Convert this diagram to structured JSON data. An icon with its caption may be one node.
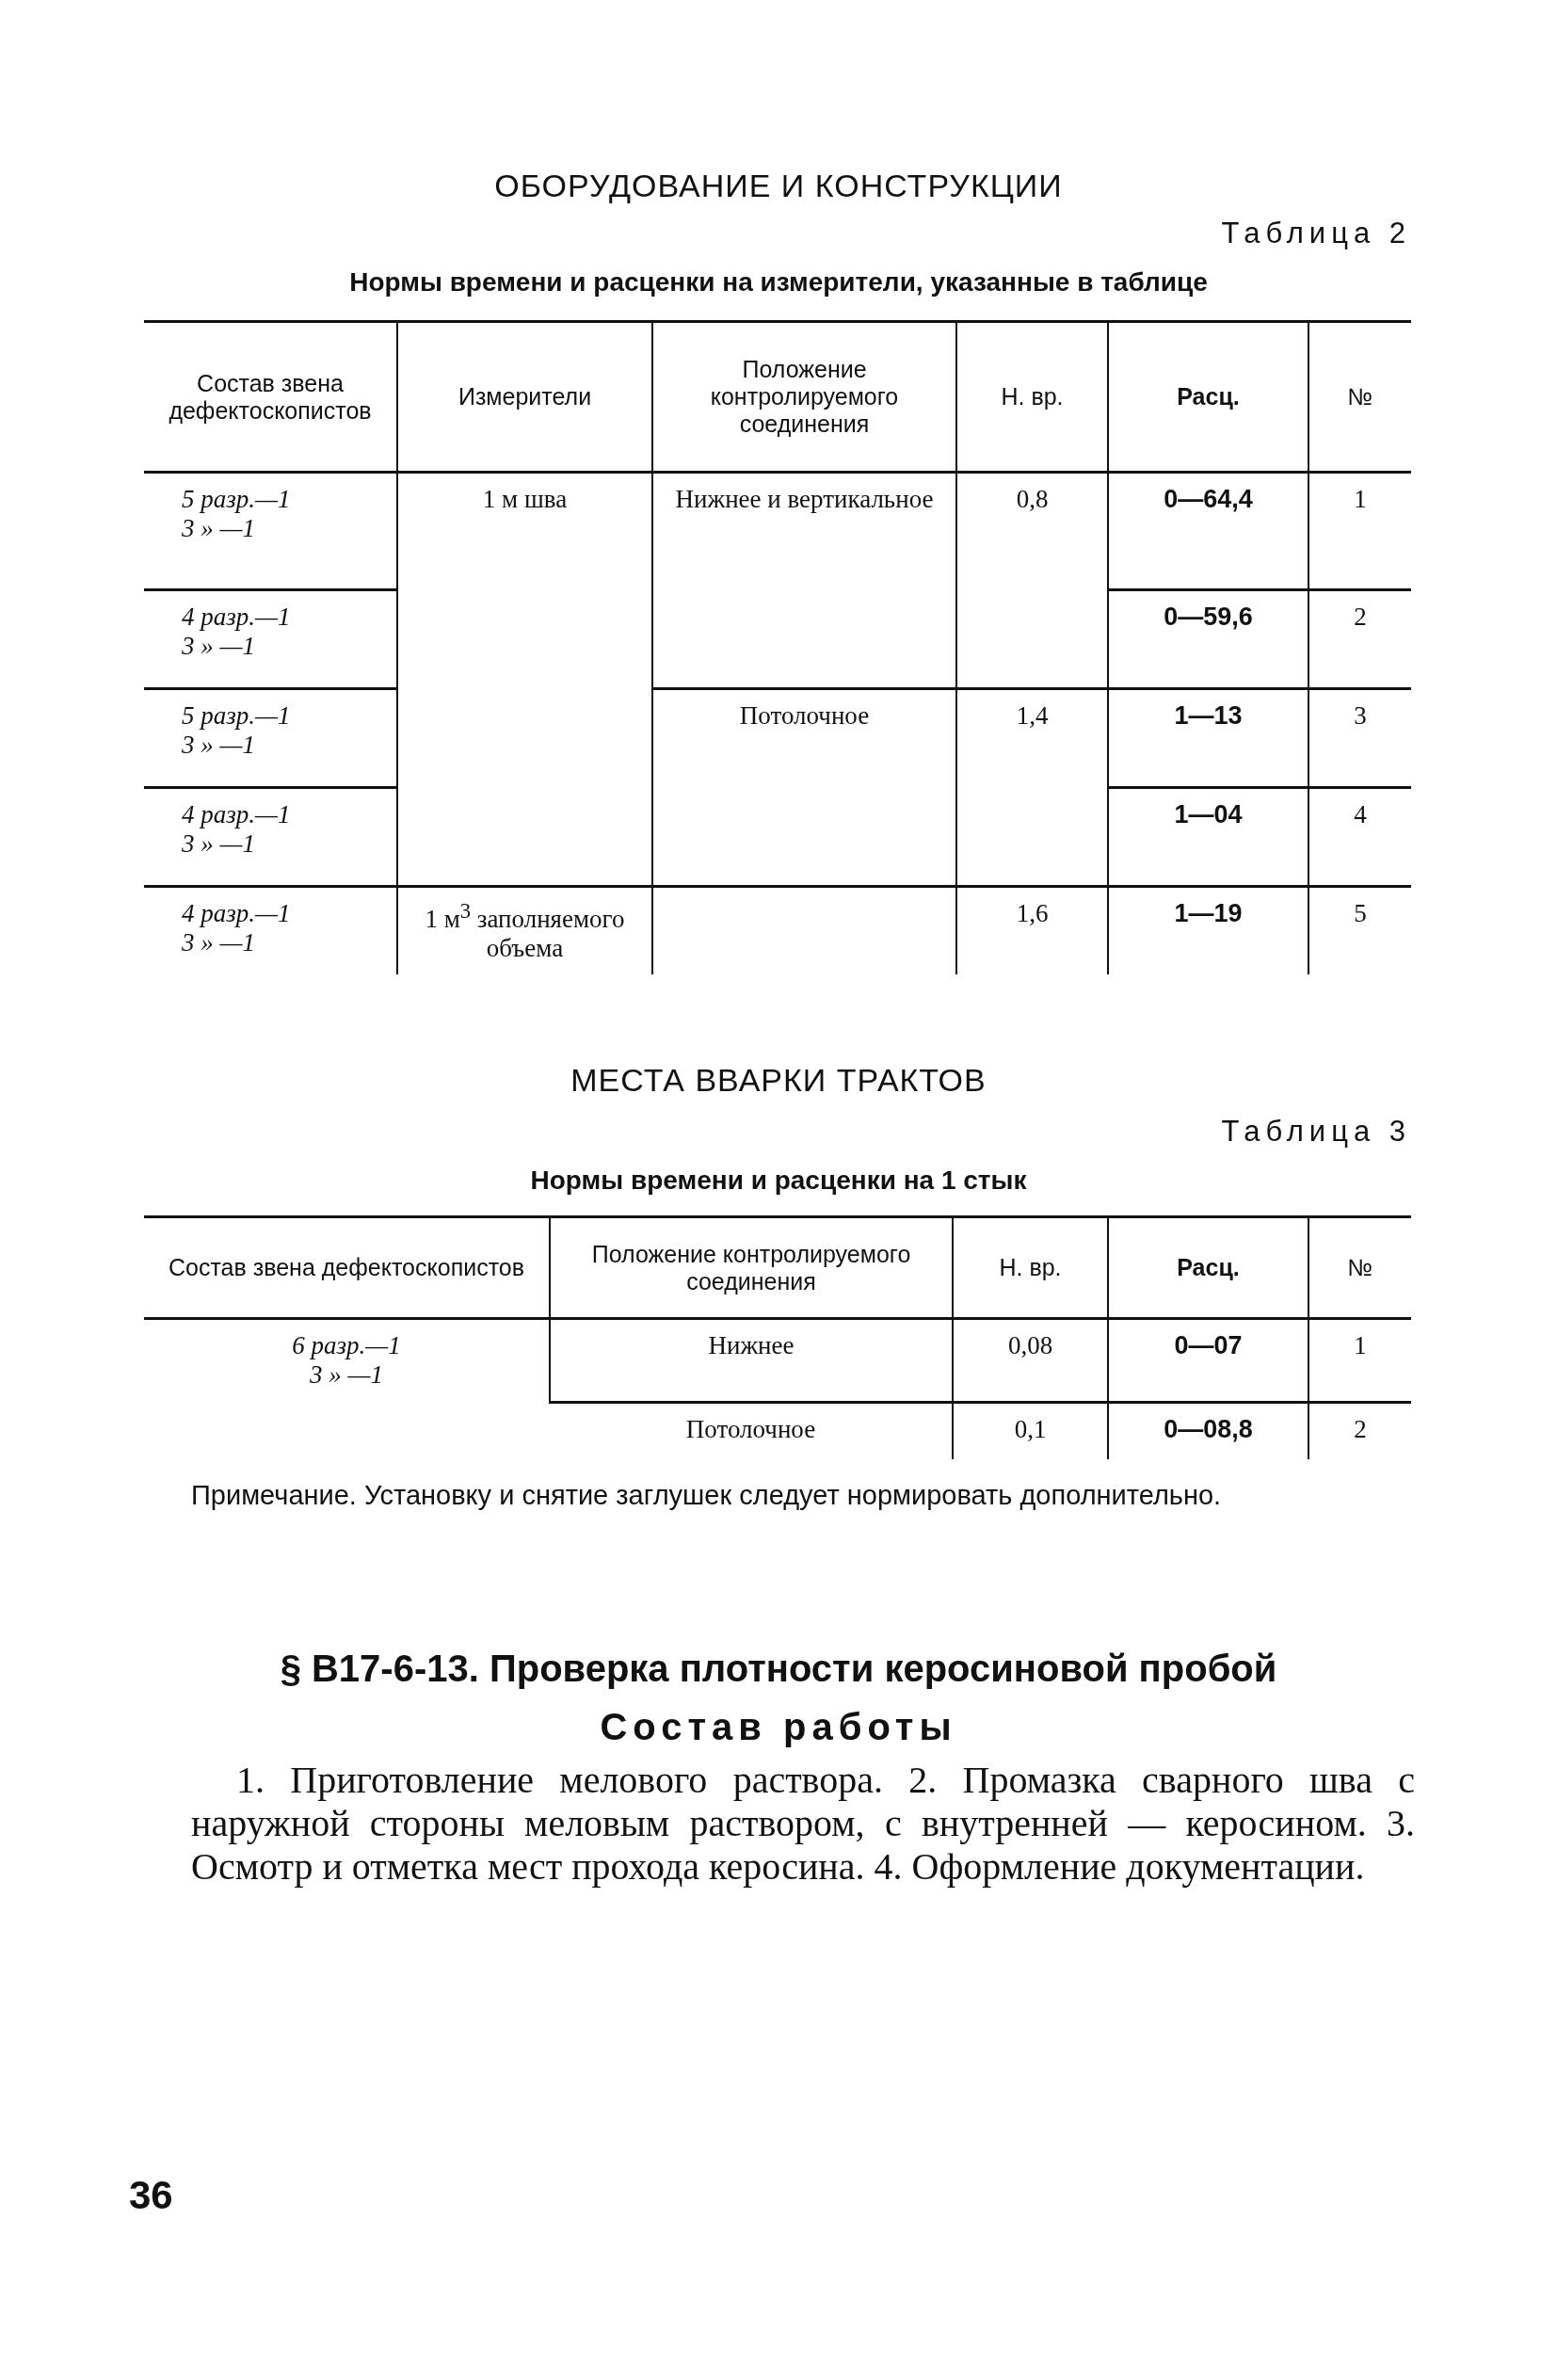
{
  "diagram": {
    "labels": [
      "ОБОРУДОВАНИЕ И КОНСТРУКЦИИ",
      "Таблица 2",
      "Нормы времени и расценки на измерители, указанные в таблице",
      "Состав звена дефектоскопистов",
      "Измерители",
      "Положение контролируемого соединения",
      "Н. вр.",
      "Расц.",
      "№",
      "5 разр.—1",
      "3 » —1",
      "1 м шва",
      "Нижнее и вертикальное",
      "0,8",
      "0—64,4",
      "1",
      "4 разр.—1",
      "3 » —1",
      "0—59,6",
      "2",
      "5 разр.—1",
      "3 » —1",
      "Потолочное",
      "1,4",
      "1—13",
      "3",
      "4 разр.—1",
      "3 » —1",
      "1—04",
      "4",
      "4 разр.—1",
      "3 » —1",
      "1 м$^{3}$ заполняемого объема",
      "1,6",
      "1—19",
      "5",
      "МЕСТА ВВАРКИ ТРАКТОВ",
      "Таблица 3",
      "Нормы времени и расценки на 1 стык",
      "Состав звена дефектоскопистов",
      "Положение контролируемого соединения",
      "Н. вр.",
      "Расц.",
      "№",
      "6 разр.—1",
      "3 » —1",
      "Нижнее",
      "0,08",
      "0—07",
      "1",
      "Потолочное",
      "0,1",
      "0—08,8",
      "2",
      "Примечание. Установку и снятие заглушек следует нормировать дополнительно.",
      "§ В17-6-13. Проверка плотности керосиновой пробой",
      "Состав работы",
      "1. Приготовление мелового раствора. 2. Промазка сварного шва с наружной стороны меловым раствором, с внутренней — керосином. 3. Осмотр и отметка мест прохода керосина. 4. Оформление документации.",
      "36"
    ]
  }
}
